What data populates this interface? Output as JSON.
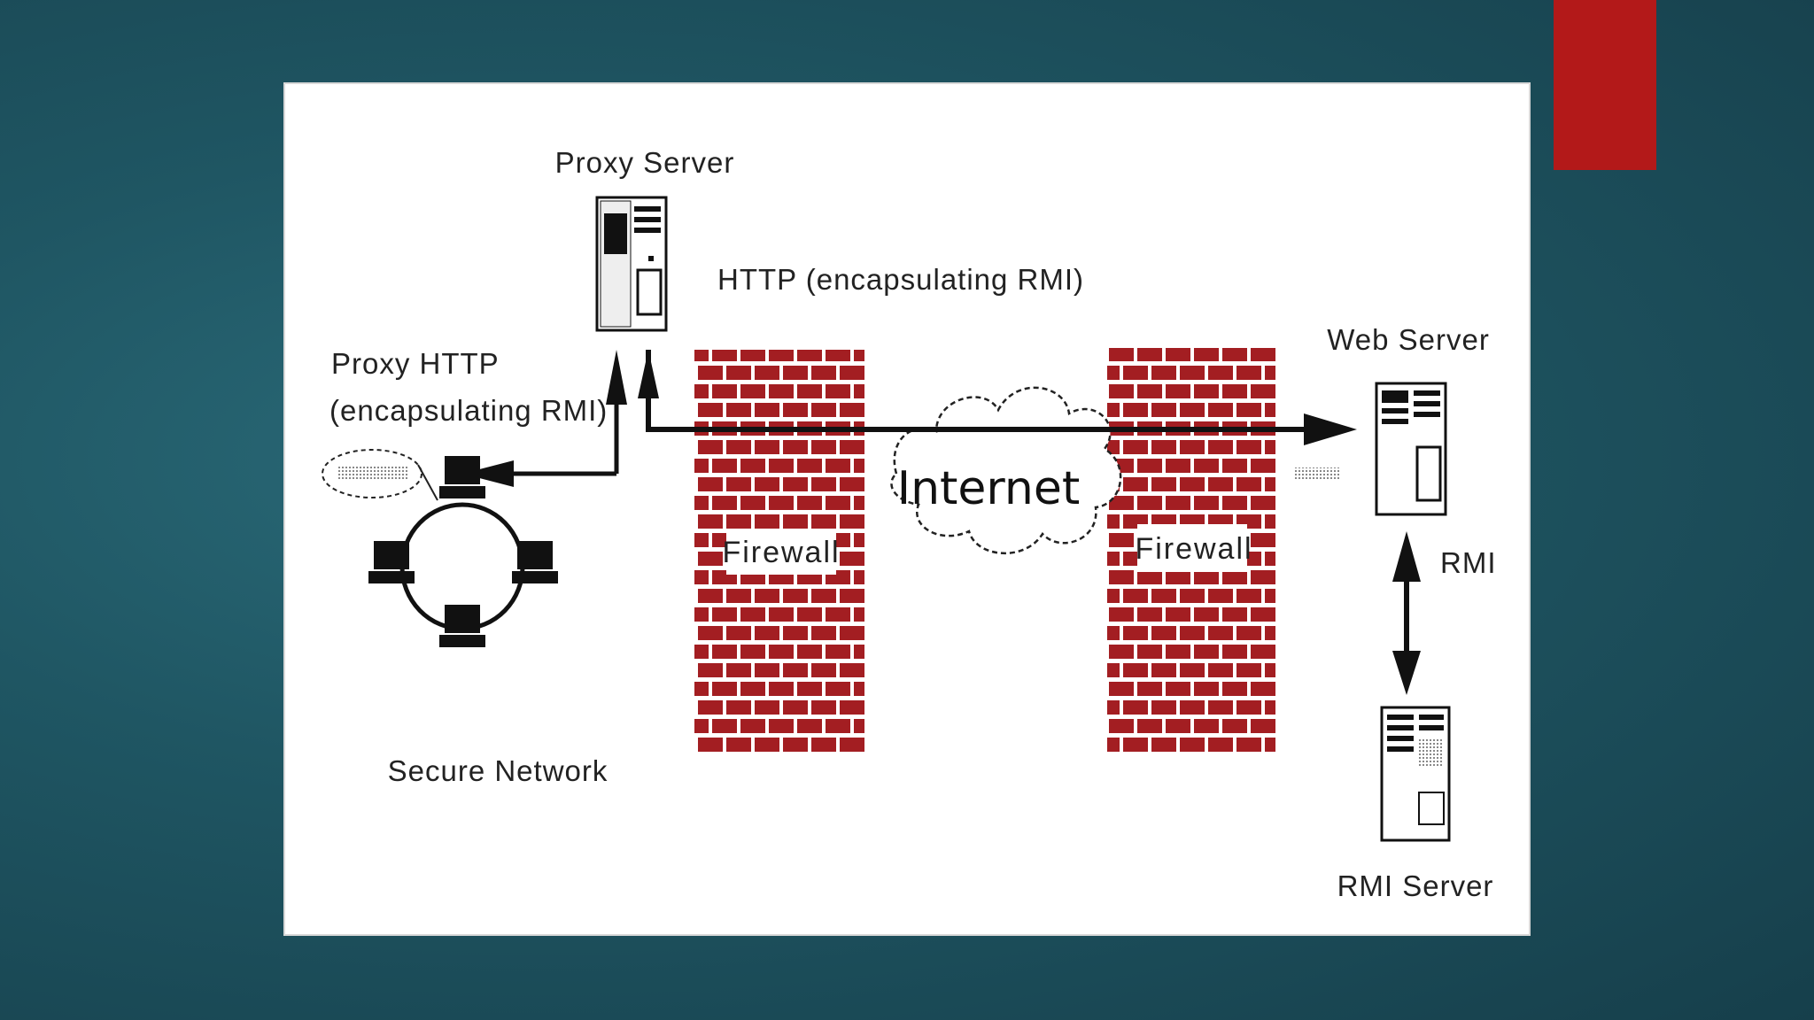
{
  "slide": {
    "accent_color": "#b31919",
    "background_color": "#1f5663"
  },
  "diagram": {
    "labels": {
      "proxy_server": "Proxy Server",
      "http_encapsulating": "HTTP (encapsulating RMI)",
      "proxy_http_line1": "Proxy HTTP",
      "proxy_http_line2": "(encapsulating RMI)",
      "web_server": "Web Server",
      "internet": "Internet",
      "firewall_left": "Firewall",
      "firewall_right": "Firewall",
      "rmi": "RMI",
      "secure_network": "Secure Network",
      "rmi_server": "RMI Server"
    },
    "brick_color": "#a31e22",
    "icons": [
      "proxy-server-icon",
      "web-server-icon",
      "rmi-server-icon",
      "workstation-icon",
      "internet-cloud-icon",
      "firewall-icon"
    ]
  }
}
